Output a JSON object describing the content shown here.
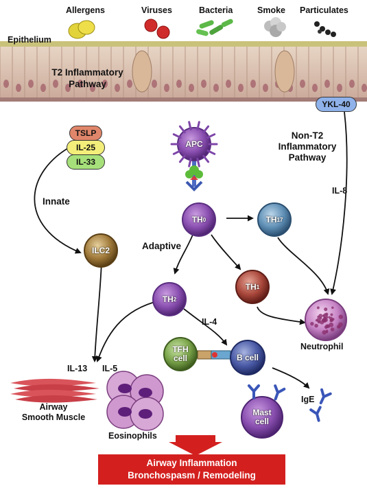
{
  "triggers": [
    "Allergens",
    "Viruses",
    "Bacteria",
    "Smoke",
    "Particulates"
  ],
  "epithelium_label": "Epithelium",
  "t2_pathway": [
    "T2 Inflammatory",
    "Pathway"
  ],
  "non_t2_pathway": [
    "Non-T2",
    "Inflammatory",
    "Pathway"
  ],
  "ykl40": "YKL-40",
  "il8": "IL-8",
  "cytokines": [
    "TSLP",
    "IL-25",
    "IL-33"
  ],
  "innate_label": "Innate",
  "adaptive_label": "Adaptive",
  "cells": {
    "apc": "APC",
    "th0": "TH",
    "th0_sub": "0",
    "th17": "TH",
    "th17_sub": "17",
    "ilc2": "ILC2",
    "th2": "TH",
    "th2_sub": "2",
    "th1": "TH",
    "th1_sub": "1",
    "tfh": [
      "TFH",
      "cell"
    ],
    "bcell": "B cell",
    "mast": [
      "Mast",
      "cell"
    ],
    "neutrophil": "Neutrophil",
    "eosinophils": "Eosinophils"
  },
  "il4": "IL-4",
  "il13": "IL-13",
  "il5": "IL-5",
  "ige": "IgE",
  "smooth_muscle": [
    "Airway",
    "Smooth Muscle"
  ],
  "outcome": [
    "Airway Inflammation",
    "Bronchospasm / Remodeling"
  ],
  "colors": {
    "outcome_red": "#d3201f",
    "tslp": "#e0866a",
    "il25": "#f3ee7a",
    "il33": "#a6e07a",
    "ykl40": "#8fb2ea"
  }
}
